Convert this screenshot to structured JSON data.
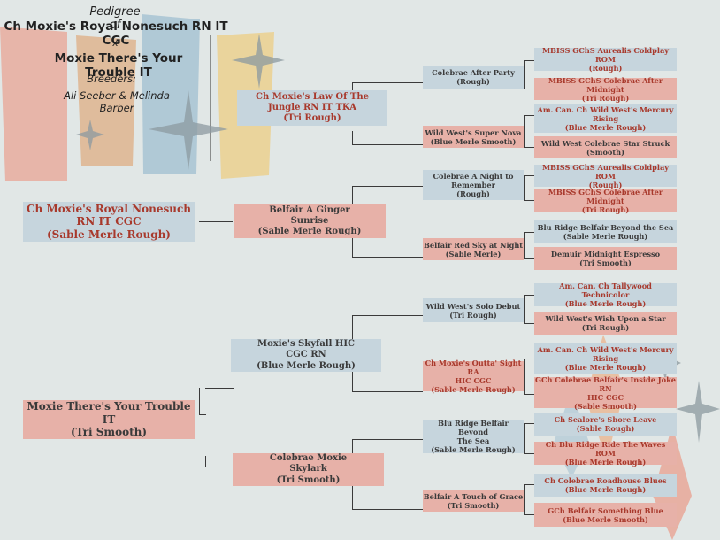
{
  "header": {
    "pedigree_of": "Pedigree of",
    "sire_name": "Ch Moxie's Royal Nonesuch RN IT CGC",
    "x": "x",
    "dam_name": "Moxie There's Your Trouble IT",
    "breeders_label": "Breeders:",
    "breeders": "Ali Seeber & Melinda Barber"
  },
  "sire": {
    "name": "Ch Moxie's Royal Nonesuch RN IT CGC",
    "name_l1": "Ch Moxie's Royal Nonesuch",
    "name_l2": "RN IT CGC",
    "desc": "(Sable Merle Rough)"
  },
  "dam": {
    "name_l1": "Moxie There's Your Trouble",
    "name_l2": "IT",
    "desc": "(Tri Smooth)"
  },
  "gen2": [
    {
      "name_l1": "Ch Moxie's Law Of The",
      "name_l2": "Jungle RN IT TKA",
      "desc": "(Tri Rough)"
    },
    {
      "name_l1": "Belfair A Ginger",
      "name_l2": "Sunrise",
      "desc": "(Sable Merle Rough)"
    },
    {
      "name_l1": "Moxie's Skyfall HIC",
      "name_l2": "CGC RN",
      "desc": "(Blue Merle Rough)"
    },
    {
      "name_l1": "Colebrae Moxie",
      "name_l2": "Skylark",
      "desc": "(Tri Smooth)"
    }
  ],
  "gen3": [
    {
      "name_l1": "Colebrae After Party",
      "name_l2": "",
      "desc": "(Rough)"
    },
    {
      "name_l1": "Wild West's Super Nova",
      "name_l2": "",
      "desc": "(Blue Merle Smooth)"
    },
    {
      "name_l1": "Colebrae A Night to",
      "name_l2": "Remember",
      "desc": "(Rough)"
    },
    {
      "name_l1": "Belfair Red Sky at Night",
      "name_l2": "",
      "desc": "(Sable Merle)"
    },
    {
      "name_l1": "Wild West's Solo Debut",
      "name_l2": "",
      "desc": "(Tri Rough)"
    },
    {
      "name_l1": "Ch Moxie's Outta' Sight RA",
      "name_l2": "HIC CGC",
      "desc": "(Sable Merle Rough)"
    },
    {
      "name_l1": "Blu Ridge Belfair Beyond",
      "name_l2": "The Sea",
      "desc": "(Sable Merle Rough)"
    },
    {
      "name_l1": "Belfair A Touch of Grace",
      "name_l2": "",
      "desc": "(Tri Smooth)"
    }
  ],
  "gen4": [
    {
      "name_l1": "MBISS GChS Aurealis Coldplay ROM",
      "name_l2": "",
      "desc": "(Rough)"
    },
    {
      "name_l1": "MBISS GChS Colebrae After Midnight",
      "name_l2": "",
      "desc": "(Tri Rough)"
    },
    {
      "name_l1": "Am. Can. Ch Wild West's Mercury",
      "name_l2": "Rising",
      "desc": "(Blue Merle Rough)"
    },
    {
      "name_l1": "Wild West Colebrae Star Struck",
      "name_l2": "",
      "desc": "(Smooth)"
    },
    {
      "name_l1": "MBISS GChS Aurealis Coldplay ROM",
      "name_l2": "",
      "desc": "(Rough)"
    },
    {
      "name_l1": "MBISS GChS Colebrae After Midnight",
      "name_l2": "",
      "desc": "(Tri Rough)"
    },
    {
      "name_l1": "Blu Ridge Belfair Beyond the Sea",
      "name_l2": "",
      "desc": "(Sable Merle Rough)"
    },
    {
      "name_l1": "Demuir Midnight Espresso",
      "name_l2": "",
      "desc": "(Tri Smooth)"
    },
    {
      "name_l1": "Am. Can. Ch Tallywood Technicolor",
      "name_l2": "",
      "desc": "(Blue Merle Rough)"
    },
    {
      "name_l1": "Wild West's Wish Upon a Star",
      "name_l2": "",
      "desc": "(Tri Rough)"
    },
    {
      "name_l1": "Am. Can. Ch Wild West's Mercury",
      "name_l2": "Rising",
      "desc": "(Blue Merle Rough)"
    },
    {
      "name_l1": "GCh Colebrae Belfair's Inside Joke RN",
      "name_l2": "HIC CGC",
      "desc": "(Sable Smooth)"
    },
    {
      "name_l1": "Ch Sealore's Shore Leave",
      "name_l2": "",
      "desc": "(Sable Rough)"
    },
    {
      "name_l1": "Ch Blu Ridge Ride The Waves ROM",
      "name_l2": "",
      "desc": "(Blue Merle Rough)"
    },
    {
      "name_l1": "Ch Colebrae Roadhouse Blues",
      "name_l2": "",
      "desc": "(Blue Merle Rough)"
    },
    {
      "name_l1": "GCh Belfair Something Blue",
      "name_l2": "",
      "desc": "(Blue Merle Smooth)"
    }
  ],
  "colors": {
    "background": "#e1e7e6",
    "blue_box": "#c6d5dd",
    "pink_box": "#e7b1a8",
    "red_text": "#a8392c",
    "dark_text": "#3a3a3a"
  }
}
